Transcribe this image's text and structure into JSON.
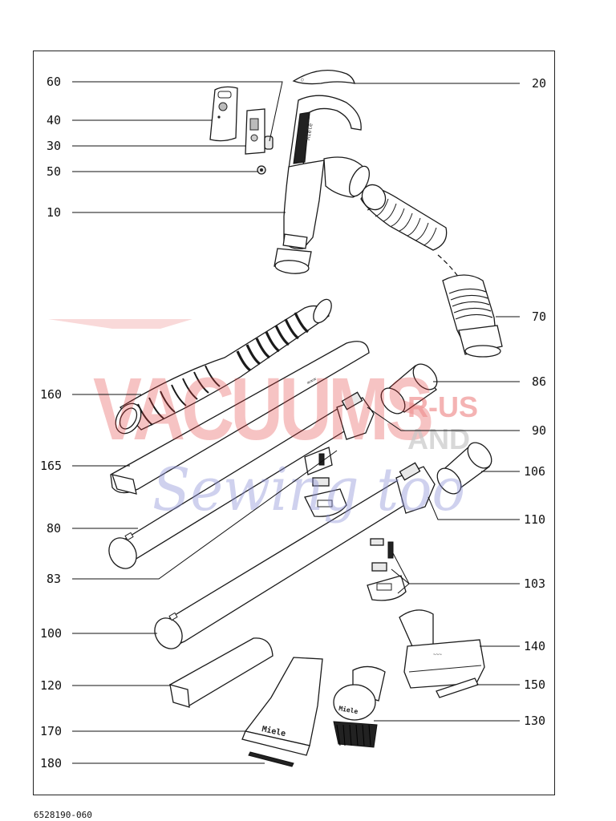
{
  "part_labels": {
    "l60": "60",
    "l40": "40",
    "l30": "30",
    "l50": "50",
    "l10": "10",
    "l20": "20",
    "l70": "70",
    "l86": "86",
    "l90": "90",
    "l106": "106",
    "l110": "110",
    "l103": "103",
    "l140": "140",
    "l150": "150",
    "l130": "130",
    "l160": "160",
    "l165": "165",
    "l80": "80",
    "l83": "83",
    "l100": "100",
    "l120": "120",
    "l170": "170",
    "l180": "180"
  },
  "watermark": {
    "line1": "VACUUMS",
    "line2": "R-US",
    "line3": "AND",
    "line4": "Sewing too"
  },
  "brand_marks": {
    "handle": "Miele",
    "upholstery_tool": "Miele",
    "dust_brush": "Miele"
  },
  "document_code": "6528190-060",
  "colors": {
    "watermark_red": "#e23a3a",
    "watermark_blue": "#8a8fd6",
    "watermark_gray": "#9a9a9a"
  }
}
